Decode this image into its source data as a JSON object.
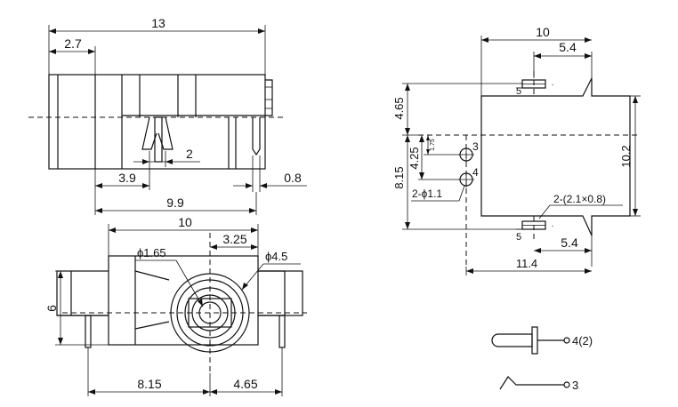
{
  "dims": {
    "side_13": "13",
    "side_2_7": "2.7",
    "side_3_9": "3.9",
    "side_2": "2",
    "side_0_8": "0.8",
    "side_9_9": "9.9",
    "bot_10": "10",
    "bot_3_25": "3.25",
    "bot_phi165": "ϕ1.65",
    "bot_phi45": "ϕ4.5",
    "bot_6": "6",
    "bot_8_15": "8.15",
    "bot_4_65": "4.65",
    "right_10": "10",
    "right_5_4_top": "5.4",
    "right_5_top": "5",
    "right_4_65": "4.65",
    "right_1_75": "1.75",
    "right_4_25": "4.25",
    "right_8_15": "8.15",
    "right_pin3": "3",
    "right_pin4": "4",
    "right_2phi11": "2-ϕ1.1",
    "right_10_2": "10.2",
    "right_slot": "2-(2.1×0.8)",
    "right_5_bot": "5",
    "right_5_4_bot": "5.4",
    "right_11_4": "11.4"
  },
  "schematic": {
    "pin_4_2": "4(2)",
    "pin_3": "3"
  }
}
